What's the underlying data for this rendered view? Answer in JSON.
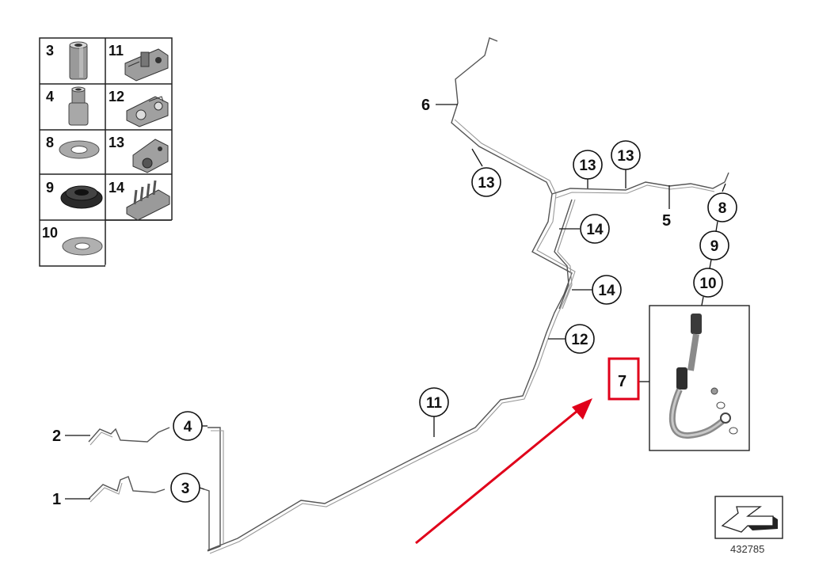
{
  "legend": {
    "items": [
      {
        "number": "3",
        "icon": "sleeve-nut-icon"
      },
      {
        "number": "11",
        "icon": "pipe-clip-icon"
      },
      {
        "number": "4",
        "icon": "union-nut-icon"
      },
      {
        "number": "12",
        "icon": "pipe-clip-icon"
      },
      {
        "number": "8",
        "icon": "washer-icon"
      },
      {
        "number": "13",
        "icon": "pipe-clip-icon"
      },
      {
        "number": "9",
        "icon": "grommet-icon"
      },
      {
        "number": "14",
        "icon": "pipe-holder-icon"
      },
      {
        "number": "10",
        "icon": "washer-icon"
      }
    ]
  },
  "callouts": {
    "c13a": "13",
    "c13b": "13",
    "c13c": "13",
    "c14a": "14",
    "c14b": "14",
    "c12": "12",
    "c11": "11",
    "c4": "4",
    "c3": "3",
    "c8": "8",
    "c9": "9",
    "c10": "10"
  },
  "labels": {
    "l1": "1",
    "l2": "2",
    "l5": "5",
    "l6": "6",
    "l7": "7"
  },
  "highlight": {
    "color": "#e0001a",
    "arrow_color": "#e0001a"
  },
  "reference_number": "432785"
}
